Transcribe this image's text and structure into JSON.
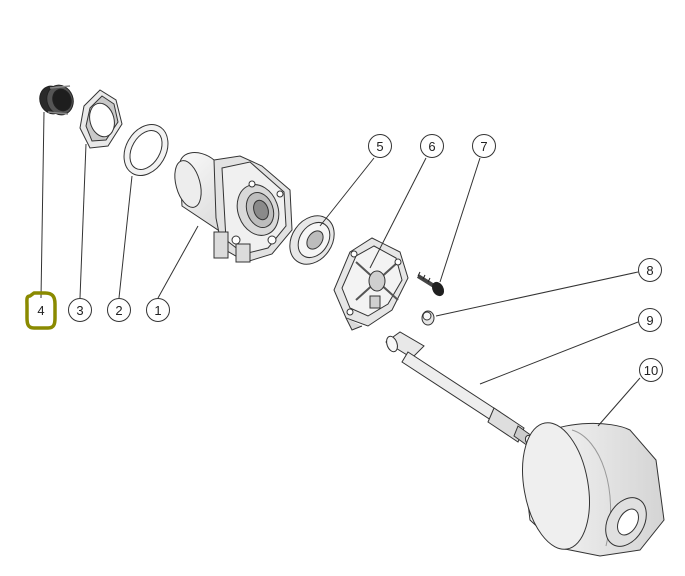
{
  "diagram": {
    "callouts": [
      {
        "label": "1"
      },
      {
        "label": "2"
      },
      {
        "label": "3"
      },
      {
        "label": "4"
      },
      {
        "label": "5"
      },
      {
        "label": "6"
      },
      {
        "label": "7"
      },
      {
        "label": "8"
      },
      {
        "label": "9"
      },
      {
        "label": "10"
      }
    ],
    "highlight": {
      "label": "4",
      "color": "#8a8a00"
    },
    "colors": {
      "line": "#333333",
      "part_fill": "#f4f4f4",
      "part_shade": "#d8d8d8",
      "dark": "#2a2a2a"
    }
  }
}
